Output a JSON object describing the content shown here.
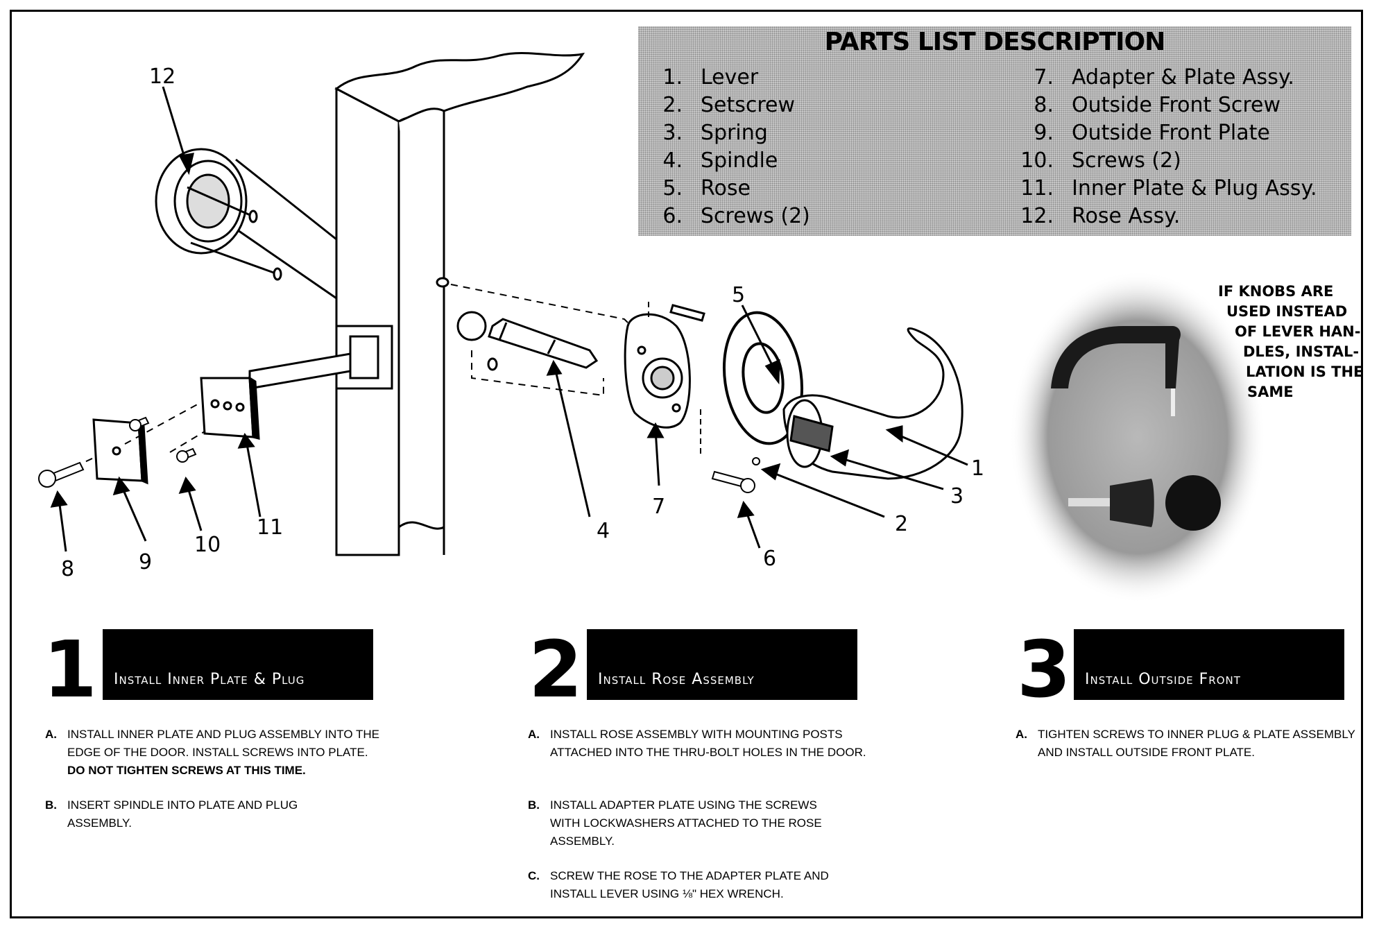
{
  "parts_list": {
    "title": "PARTS LIST DESCRIPTION",
    "left": [
      {
        "num": "1.",
        "name": "Lever"
      },
      {
        "num": "2.",
        "name": "Setscrew"
      },
      {
        "num": "3.",
        "name": "Spring"
      },
      {
        "num": "4.",
        "name": "Spindle"
      },
      {
        "num": "5.",
        "name": "Rose"
      },
      {
        "num": "6.",
        "name": "Screws (2)"
      }
    ],
    "right": [
      {
        "num": "7.",
        "name": "Adapter & Plate Assy."
      },
      {
        "num": "8.",
        "name": "Outside Front Screw"
      },
      {
        "num": "9.",
        "name": "Outside Front Plate"
      },
      {
        "num": "10.",
        "name": "Screws (2)"
      },
      {
        "num": "11.",
        "name": "Inner Plate & Plug Assy."
      },
      {
        "num": "12.",
        "name": "Rose Assy."
      }
    ]
  },
  "note": {
    "lines": [
      "IF KNOBS ARE",
      "USED INSTEAD",
      "OF LEVER HAN-",
      "DLES, INSTAL-",
      "LATION IS THE",
      "SAME"
    ]
  },
  "callouts": [
    "12",
    "5",
    "1",
    "3",
    "2",
    "6",
    "7",
    "4",
    "11",
    "10",
    "9",
    "8"
  ],
  "steps": [
    {
      "number": "1",
      "title": "Install Inner Plate & Plug",
      "items": [
        {
          "label": "A.",
          "text": "Install inner plate and plug assembly into the edge of the door. Install screws into plate.",
          "bold": "Do not tighten screws at this time."
        },
        {
          "label": "B.",
          "text": "Insert spindle into plate and plug assembly.",
          "bold": ""
        }
      ]
    },
    {
      "number": "2",
      "title": "Install Rose Assembly",
      "items": [
        {
          "label": "A.",
          "text": "Install rose assembly with mounting posts attached into the thru-bolt holes in the door.",
          "bold": ""
        },
        {
          "label": "B.",
          "text": "Install adapter plate using the screws with lockwashers attached to the rose assembly.",
          "bold": ""
        },
        {
          "label": "C.",
          "text": "Screw the rose to the adapter plate and install lever using ⅛\" hex wrench.",
          "bold": ""
        }
      ]
    },
    {
      "number": "3",
      "title": "Install Outside Front",
      "items": [
        {
          "label": "A.",
          "text": "Tighten screws to inner plug & plate assembly and install outside front plate.",
          "bold": ""
        }
      ]
    }
  ]
}
